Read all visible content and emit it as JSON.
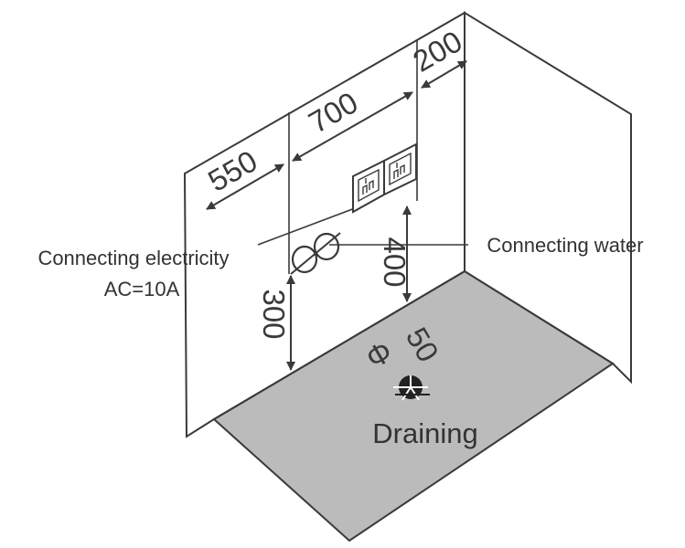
{
  "labels": {
    "electricity_line1": "Connecting electricity",
    "electricity_line2": "AC=10A",
    "water": "Connecting water",
    "draining": "Draining"
  },
  "dimensions": {
    "left_offset": "550",
    "between_pipes": "700",
    "right_offset": "200",
    "water_pipe_height": "300",
    "outlet_height": "400",
    "drain_diameter": "50",
    "diameter_symbol": "Φ"
  },
  "colors": {
    "line": "#3a3a3a",
    "floor": "#bbbbbb",
    "drain": "#222222"
  },
  "icons": [
    "power-socket-icon",
    "power-socket-icon",
    "water-pipe-icon",
    "drain-icon",
    "dimension-arrow-icon"
  ]
}
